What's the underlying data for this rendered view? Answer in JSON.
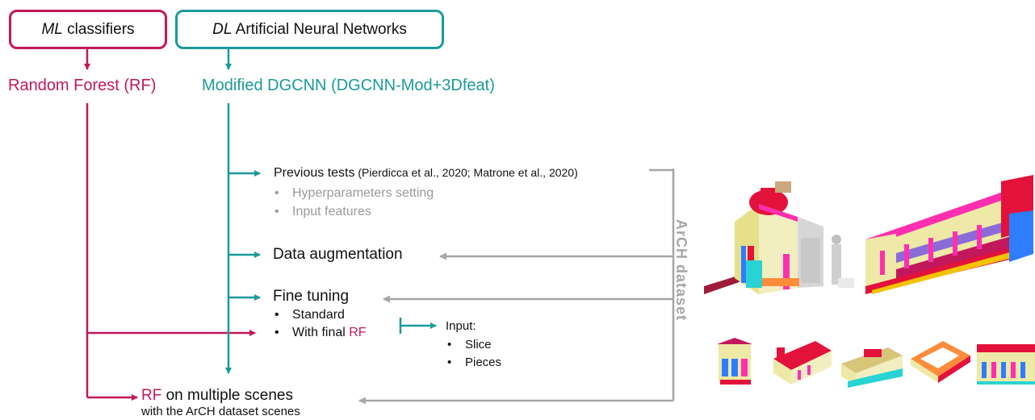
{
  "boxes": {
    "ml": {
      "em": "ML",
      "rest": " classifiers"
    },
    "dl": {
      "em": "DL",
      "rest": " Artificial Neural Networks"
    }
  },
  "methods": {
    "rf": "Random Forest (RF)",
    "dgcnn": "Modified DGCNN (DGCNN-Mod+3Dfeat)"
  },
  "steps": {
    "previous_tests": {
      "label": "Previous tests",
      "citation": " (Pierdicca et al., 2020; Matrone et al., 2020)",
      "bullets": [
        "Hyperparameters setting",
        "Input features"
      ]
    },
    "data_augmentation": {
      "label": "Data augmentation"
    },
    "fine_tuning": {
      "label": "Fine tuning",
      "bullets": [
        "Standard",
        "With final "
      ],
      "rf_highlight": "RF",
      "input": {
        "label": "Input:",
        "bullets": [
          "Slice",
          "Pieces"
        ]
      }
    },
    "rf_multiple": {
      "rf": "RF",
      "label": " on multiple scenes",
      "sublabel": "with the ArCH dataset scenes"
    }
  },
  "dataset_label": "ArCH dataset",
  "colors": {
    "ml": "#c2185b",
    "dl": "#1a9a9a",
    "grey": "#9a9a9a"
  },
  "images": [
    {
      "name": "chapel-model-icon"
    },
    {
      "name": "arcade-building-model-icon"
    },
    {
      "name": "small-building-1-icon"
    },
    {
      "name": "small-building-2-icon"
    },
    {
      "name": "small-building-3-icon"
    },
    {
      "name": "small-building-4-icon"
    },
    {
      "name": "small-building-5-icon"
    }
  ]
}
